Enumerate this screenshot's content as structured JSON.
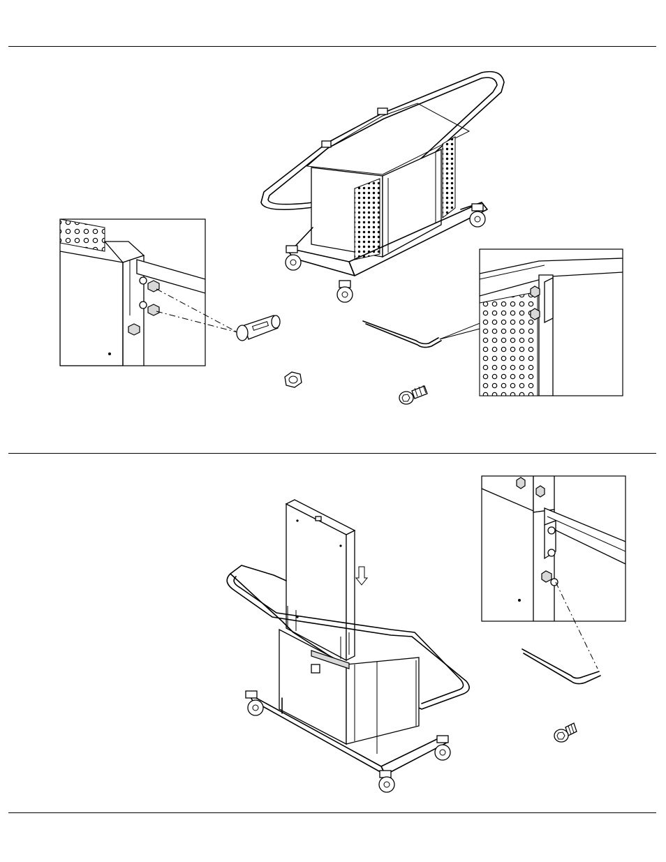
{
  "page": {
    "background": "#ffffff",
    "line_color": "#000000"
  },
  "figures": [
    {
      "id": "step-1",
      "parts": [
        "cart-frame",
        "tube-spacer",
        "nut",
        "hex-bolt",
        "allen-wrench"
      ],
      "detail_views": 2
    },
    {
      "id": "step-2",
      "parts": [
        "upright-panel",
        "cart-frame",
        "allen-wrench",
        "hex-bolt"
      ],
      "detail_views": 1,
      "arrow": "down-arrow-icon"
    }
  ]
}
